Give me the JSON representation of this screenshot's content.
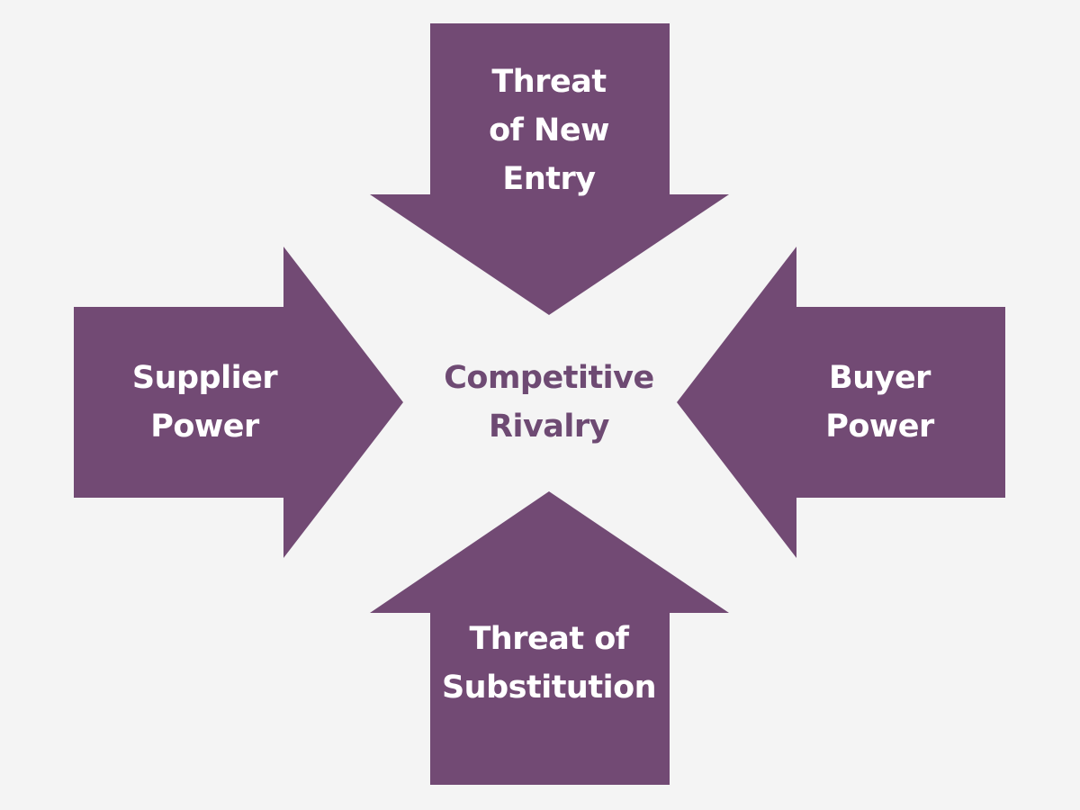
{
  "colors": {
    "background": "#f4f4f4",
    "arrow_fill": "#724a74",
    "arrow_text": "#ffffff",
    "center_text": "#6e4a73"
  },
  "forces": {
    "top": {
      "lines": [
        "Threat",
        "of New",
        "Entry"
      ],
      "direction": "down"
    },
    "left": {
      "lines": [
        "Supplier",
        "Power"
      ],
      "direction": "right"
    },
    "right": {
      "lines": [
        "Buyer",
        "Power"
      ],
      "direction": "left"
    },
    "bottom": {
      "lines": [
        "Threat of",
        "Substitution"
      ],
      "direction": "up"
    }
  },
  "center": {
    "lines": [
      "Competitive",
      "Rivalry"
    ]
  }
}
